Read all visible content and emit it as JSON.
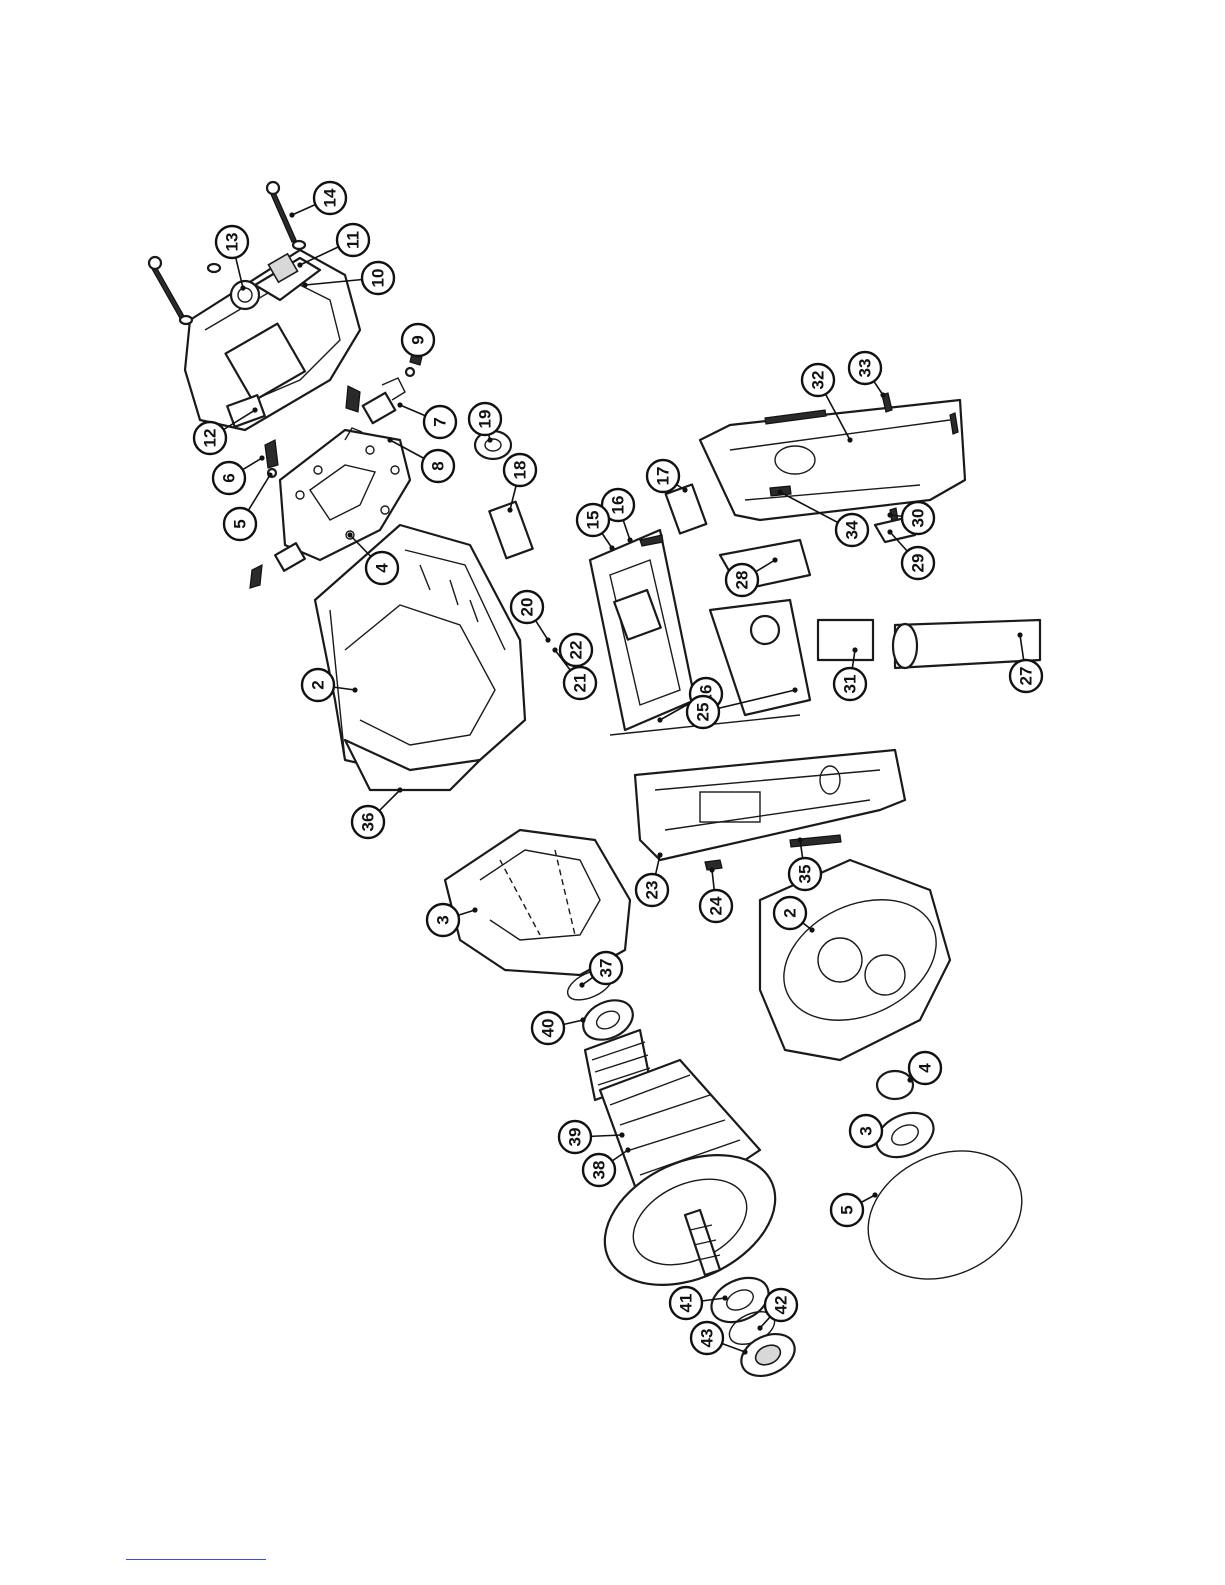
{
  "diagram": {
    "callouts": [
      "14",
      "13",
      "11",
      "10",
      "12",
      "9",
      "7",
      "8",
      "6",
      "5",
      "4",
      "19",
      "18",
      "33",
      "32",
      "17",
      "16",
      "15",
      "34",
      "30",
      "29",
      "28",
      "20",
      "21",
      "22",
      "2",
      "26",
      "25",
      "31",
      "27",
      "36",
      "35",
      "3",
      "23",
      "24",
      "2",
      "37",
      "40",
      "4",
      "3",
      "39",
      "38",
      "5",
      "41",
      "42",
      "43"
    ]
  },
  "footer": {
    "link_text": ""
  }
}
